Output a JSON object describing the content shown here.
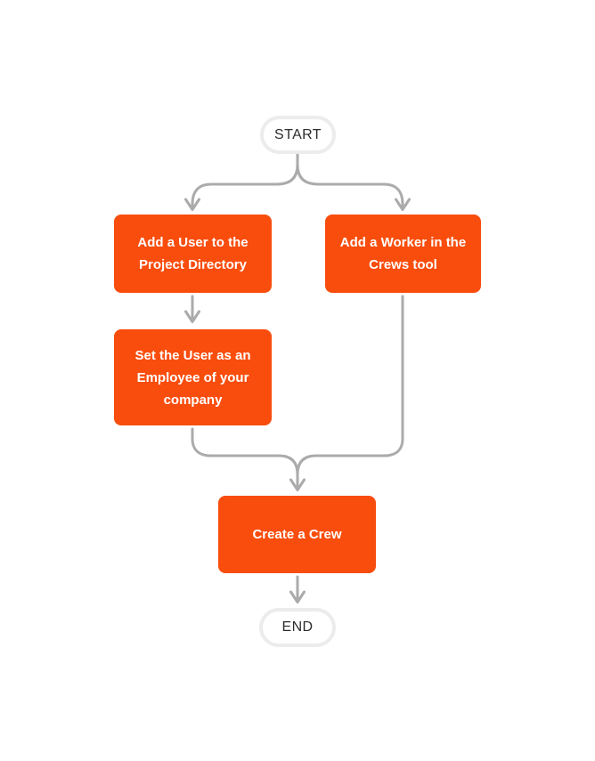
{
  "diagram": {
    "type": "flowchart",
    "nodes": {
      "start": {
        "label": "START",
        "kind": "terminal"
      },
      "add_user": {
        "label": "Add a User to the Project Directory",
        "kind": "process"
      },
      "add_worker": {
        "label": "Add a Worker in the Crews tool",
        "kind": "process"
      },
      "set_employee": {
        "label": "Set the User as an Employee of your company",
        "kind": "process"
      },
      "create_crew": {
        "label": "Create a Crew",
        "kind": "process"
      },
      "end": {
        "label": "END",
        "kind": "terminal"
      }
    },
    "edges": [
      {
        "from": "start",
        "to": "add_user"
      },
      {
        "from": "start",
        "to": "add_worker"
      },
      {
        "from": "add_user",
        "to": "set_employee"
      },
      {
        "from": "set_employee",
        "to": "create_crew"
      },
      {
        "from": "add_worker",
        "to": "create_crew"
      },
      {
        "from": "create_crew",
        "to": "end"
      }
    ],
    "colors": {
      "process_fill": "#F94D0D",
      "process_text": "#FFFFFF",
      "terminal_fill": "#FFFFFF",
      "terminal_border": "#ECECEC",
      "terminal_text": "#2D2D2D",
      "connector": "#ABABAB",
      "background": "#FFFFFF"
    }
  }
}
